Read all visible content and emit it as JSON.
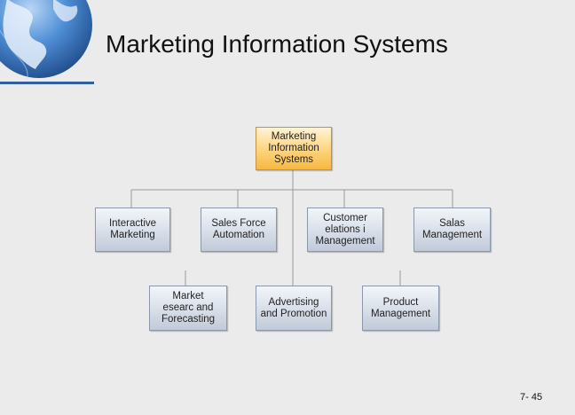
{
  "title": "Marketing Information Systems",
  "page_number": "7- 45",
  "colors": {
    "root_fill": "#f8c052",
    "node_fill": "#d0d7e2",
    "globe": "#2f6fb7",
    "line": "#9a9a9a"
  },
  "nodes": {
    "root": "Marketing\nInformation\nSystems",
    "interactive": "Interactive\nMarketing",
    "salesforce": "Sales Force\nAutomation",
    "crm": "Customer\nelations i\nManagement",
    "sales": "Salas\nManagement",
    "research": "Market\nesearc  and\nForecasting",
    "advertising": "Advertising\nand Promotion",
    "product": "Product\nManagement"
  }
}
